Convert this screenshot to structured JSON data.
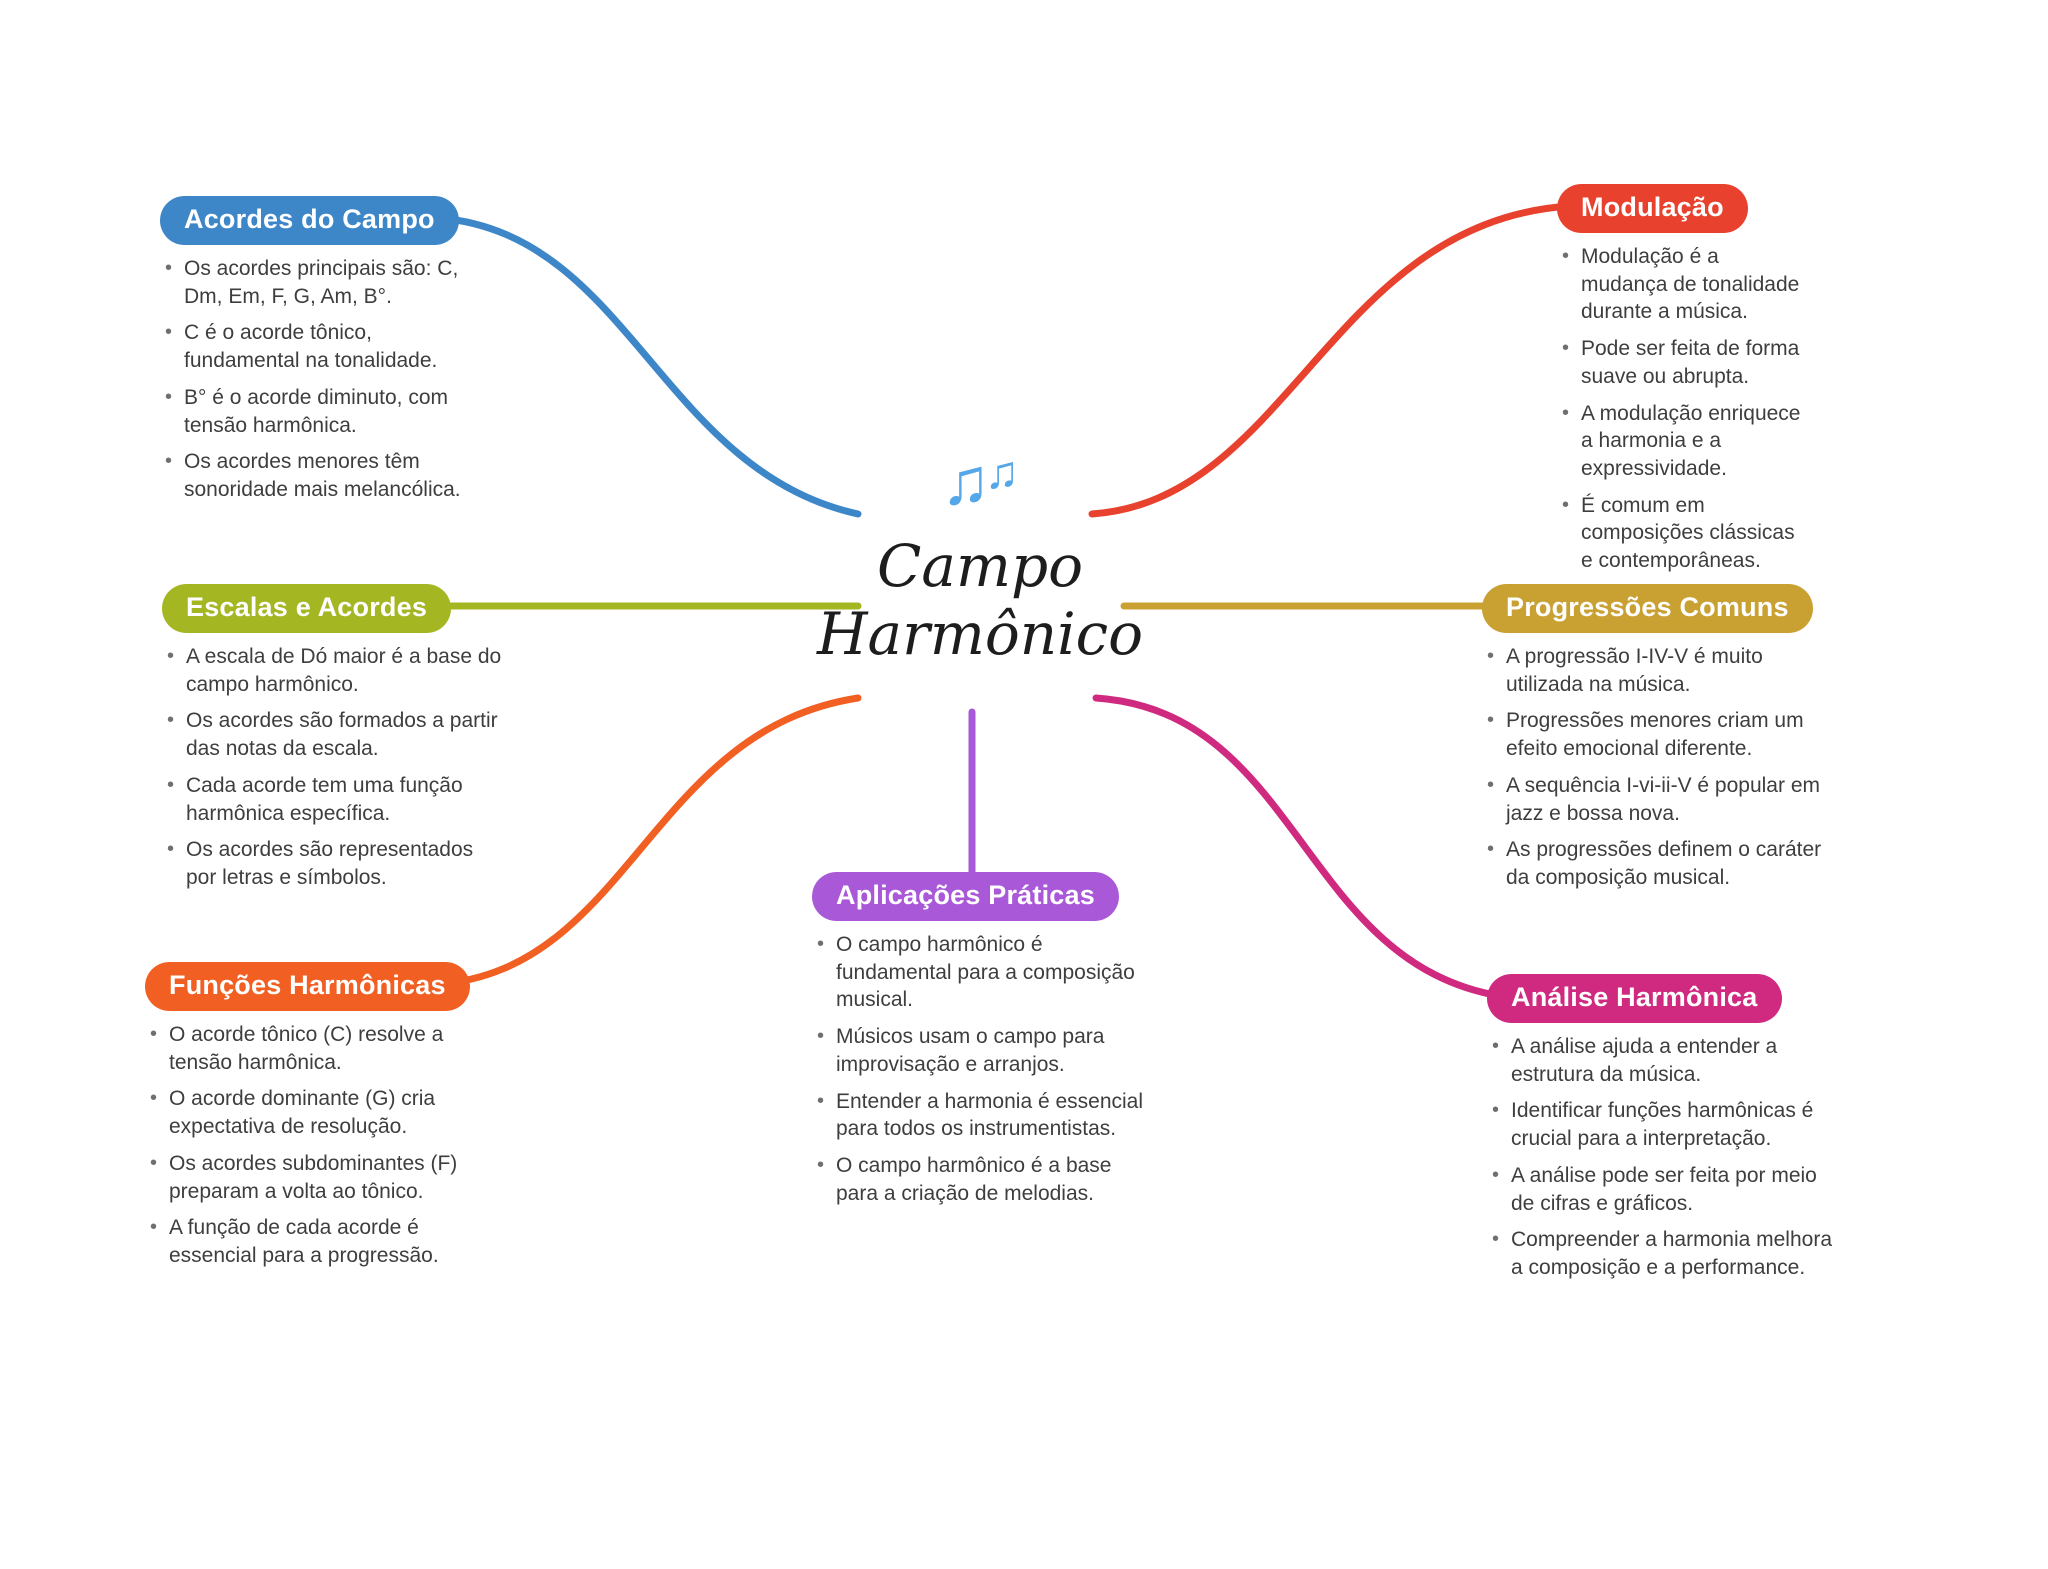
{
  "center": {
    "icon": "music-notes",
    "icon_color": "#56a7e8",
    "title_line1": "Campo",
    "title_line2": "Harmônico"
  },
  "branches": [
    {
      "id": "acordes-do-campo",
      "title": "Acordes do Campo",
      "color": "#3d87c9",
      "position": "top-left",
      "items": [
        "Os acordes principais são: C, Dm, Em, F, G, Am, B°.",
        "C é o acorde tônico, fundamental na tonalidade.",
        "B° é o acorde diminuto, com tensão harmônica.",
        "Os acordes menores têm sonoridade mais melancólica."
      ]
    },
    {
      "id": "escalas-e-acordes",
      "title": "Escalas e Acordes",
      "color": "#a4b622",
      "position": "middle-left",
      "items": [
        "A escala de Dó maior é a base do campo harmônico.",
        "Os acordes são formados a partir das notas da escala.",
        "Cada acorde tem uma função harmônica específica.",
        "Os acordes são representados por letras e símbolos."
      ]
    },
    {
      "id": "funcoes-harmonicas",
      "title": "Funções Harmônicas",
      "color": "#f15f22",
      "position": "bottom-left",
      "items": [
        "O acorde tônico (C) resolve a tensão harmônica.",
        "O acorde dominante (G) cria expectativa de resolução.",
        "Os acordes subdominantes (F) preparam a volta ao tônico.",
        "A função de cada acorde é essencial para a progressão."
      ]
    },
    {
      "id": "modulacao",
      "title": "Modulação",
      "color": "#e8422e",
      "position": "top-right",
      "items": [
        "Modulação é a mudança de tonalidade durante a música.",
        "Pode ser feita de forma suave ou abrupta.",
        "A modulação enriquece a harmonia e a expressividade.",
        "É comum em composições clássicas e contemporâneas."
      ]
    },
    {
      "id": "progressoes-comuns",
      "title": "Progressões Comuns",
      "color": "#c9a032",
      "position": "middle-right",
      "items": [
        "A progressão I-IV-V é muito utilizada na música.",
        "Progressões menores criam um efeito emocional diferente.",
        "A sequência I-vi-ii-V é popular em jazz e bossa nova.",
        "As progressões definem o caráter da composição musical."
      ]
    },
    {
      "id": "analise-harmonica",
      "title": "Análise Harmônica",
      "color": "#cf2a80",
      "position": "bottom-right",
      "items": [
        "A análise ajuda a entender a estrutura da música.",
        "Identificar funções harmônicas é crucial para a interpretação.",
        "A análise pode ser feita por meio de cifras e gráficos.",
        "Compreender a harmonia melhora a composição e a performance."
      ]
    },
    {
      "id": "aplicacoes-praticas",
      "title": "Aplicações Práticas",
      "color": "#a959d8",
      "position": "bottom-center",
      "items": [
        "O campo harmônico é fundamental para a composição musical.",
        "Músicos usam o campo para improvisação e arranjos.",
        "Entender a harmonia é essencial para todos os instrumentistas.",
        "O campo harmônico é a base para a criação de melodias."
      ]
    }
  ]
}
